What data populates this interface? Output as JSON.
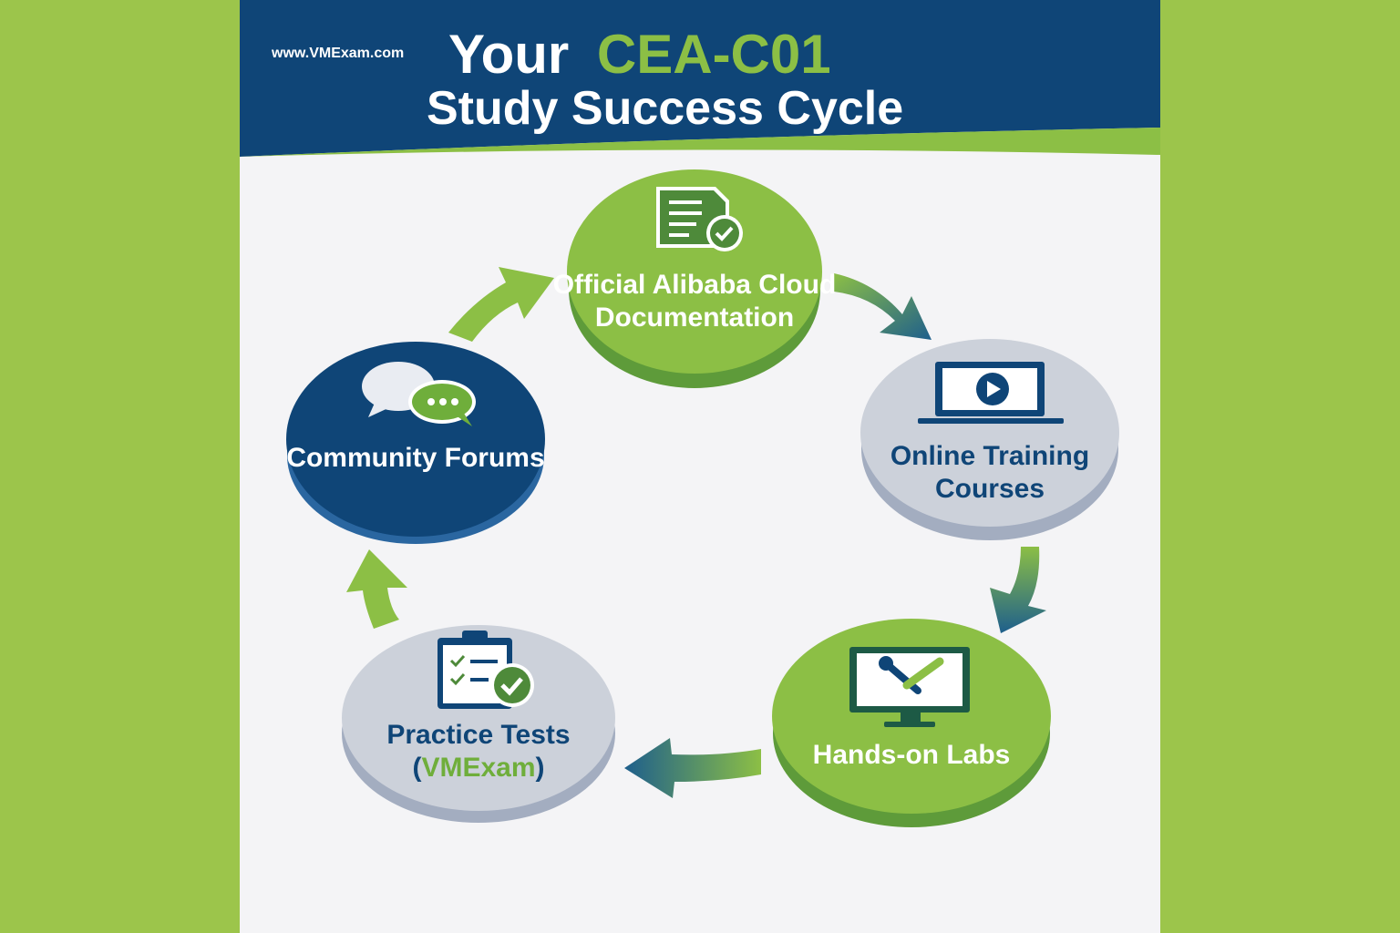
{
  "header": {
    "website": "www.VMExam.com",
    "title_prefix": "Your",
    "title_highlight": "CEA-C01",
    "title_line2": "Study Success Cycle"
  },
  "cycle": [
    {
      "line1": "Official Alibaba Cloud",
      "line2": "Documentation",
      "icon": "document-check-icon"
    },
    {
      "line1": "Online Training",
      "line2": "Courses",
      "icon": "laptop-play-icon"
    },
    {
      "line1": "Hands-on Labs",
      "icon": "monitor-tools-icon"
    },
    {
      "line1": "Practice Tests",
      "line2_paren_open": "(",
      "line2": "VMExam",
      "line2_paren_close": ")",
      "icon": "clipboard-checklist-icon"
    },
    {
      "line1": "Community Forums",
      "icon": "chat-bubbles-icon"
    }
  ],
  "colors": {
    "navy": "#0f4577",
    "green": "#8cbf45",
    "gray": "#ccd1da",
    "background": "#f4f4f6",
    "outer": "#9cc54b"
  }
}
